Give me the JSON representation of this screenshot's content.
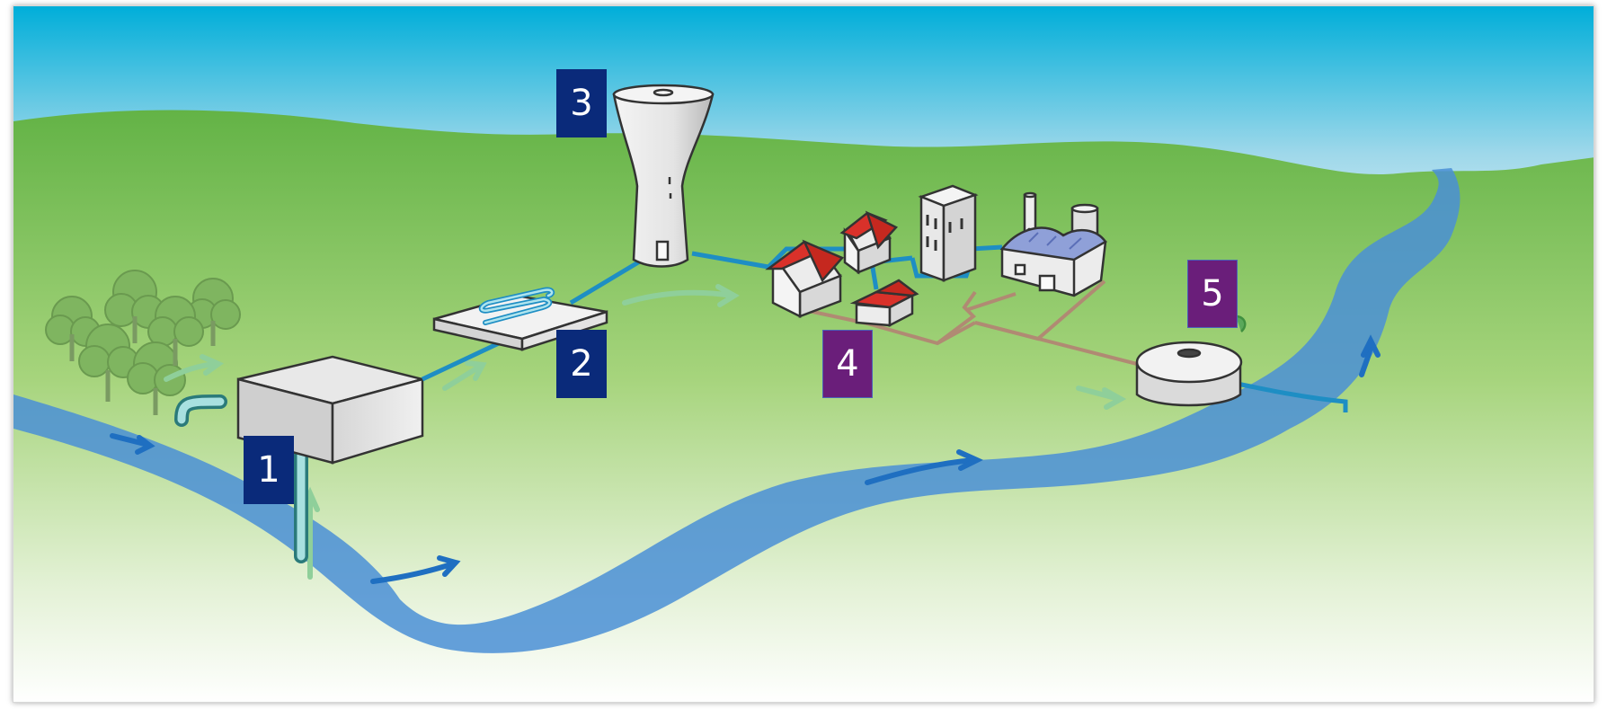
{
  "labels": {
    "intake": "1",
    "treatment": "2",
    "tower": "3",
    "network": "4",
    "wastewater": "5"
  },
  "colors": {
    "sky_top": "#00aed9",
    "grass_top": "#6db84a",
    "river": "#4a8fd6",
    "pipe_clean": "#1e8ec4",
    "pipe_waste": "#b08a73",
    "roof": "#d9312a",
    "label_blue": "#0a2a7a",
    "label_purple": "#6a1e7a"
  }
}
